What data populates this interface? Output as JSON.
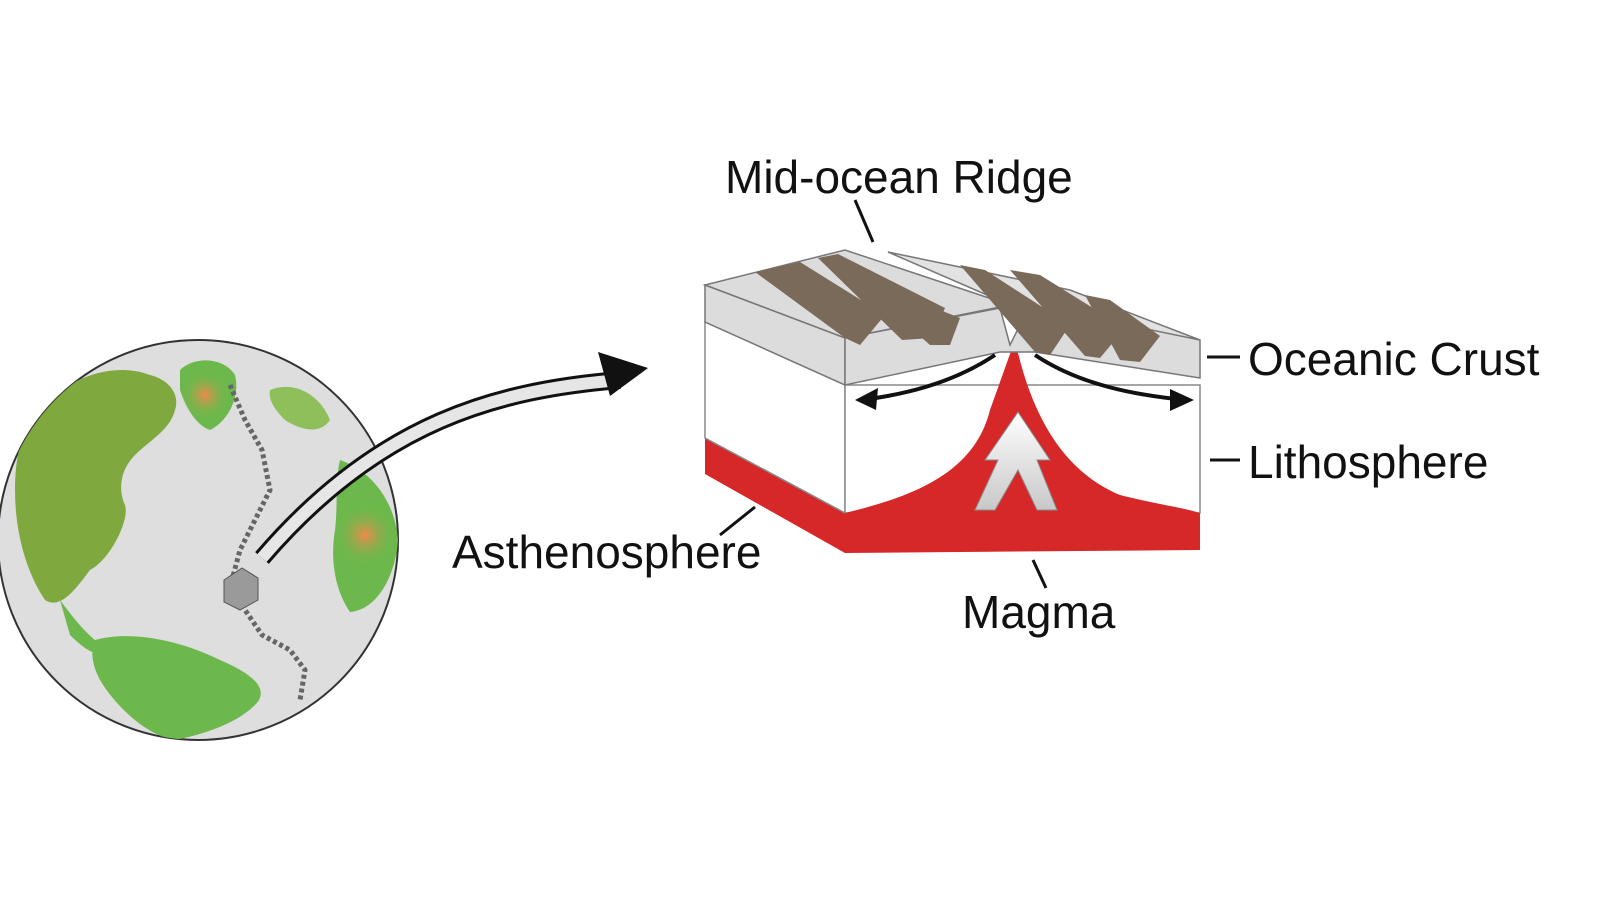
{
  "labels": {
    "ridge": "Mid-ocean Ridge",
    "crust": "Oceanic Crust",
    "lithosphere": "Lithosphere",
    "asthenosphere": "Asthenosphere",
    "magma": "Magma"
  },
  "colors": {
    "magma": "#d62828",
    "crust_top": "#dcdcdc",
    "stripe": "#7a6a5a",
    "land": "#6db84c",
    "ocean": "#dedede",
    "hotspot": "#f08a4b"
  },
  "icons": {
    "globe": "earth-globe-icon",
    "arrow": "curved-arrow-icon"
  }
}
